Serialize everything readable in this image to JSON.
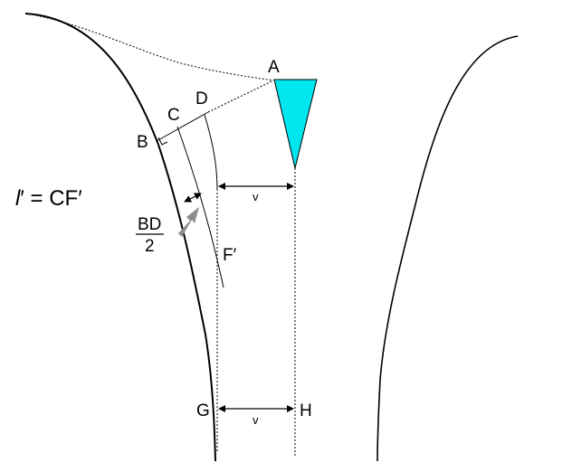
{
  "labels": {
    "A": "A",
    "B": "B",
    "C": "C",
    "D": "D",
    "F": "F′",
    "G": "G",
    "H": "H",
    "v_top": "v",
    "v_bottom": "v"
  },
  "formula": {
    "left_italic": "l",
    "prime_and_rest": "′ = CF′"
  },
  "fraction": {
    "numerator": "BD",
    "denominator": "2"
  },
  "colors": {
    "triangle_fill": "#00e5ee",
    "arrow_gray": "#8c8c8c",
    "line": "#000000"
  }
}
